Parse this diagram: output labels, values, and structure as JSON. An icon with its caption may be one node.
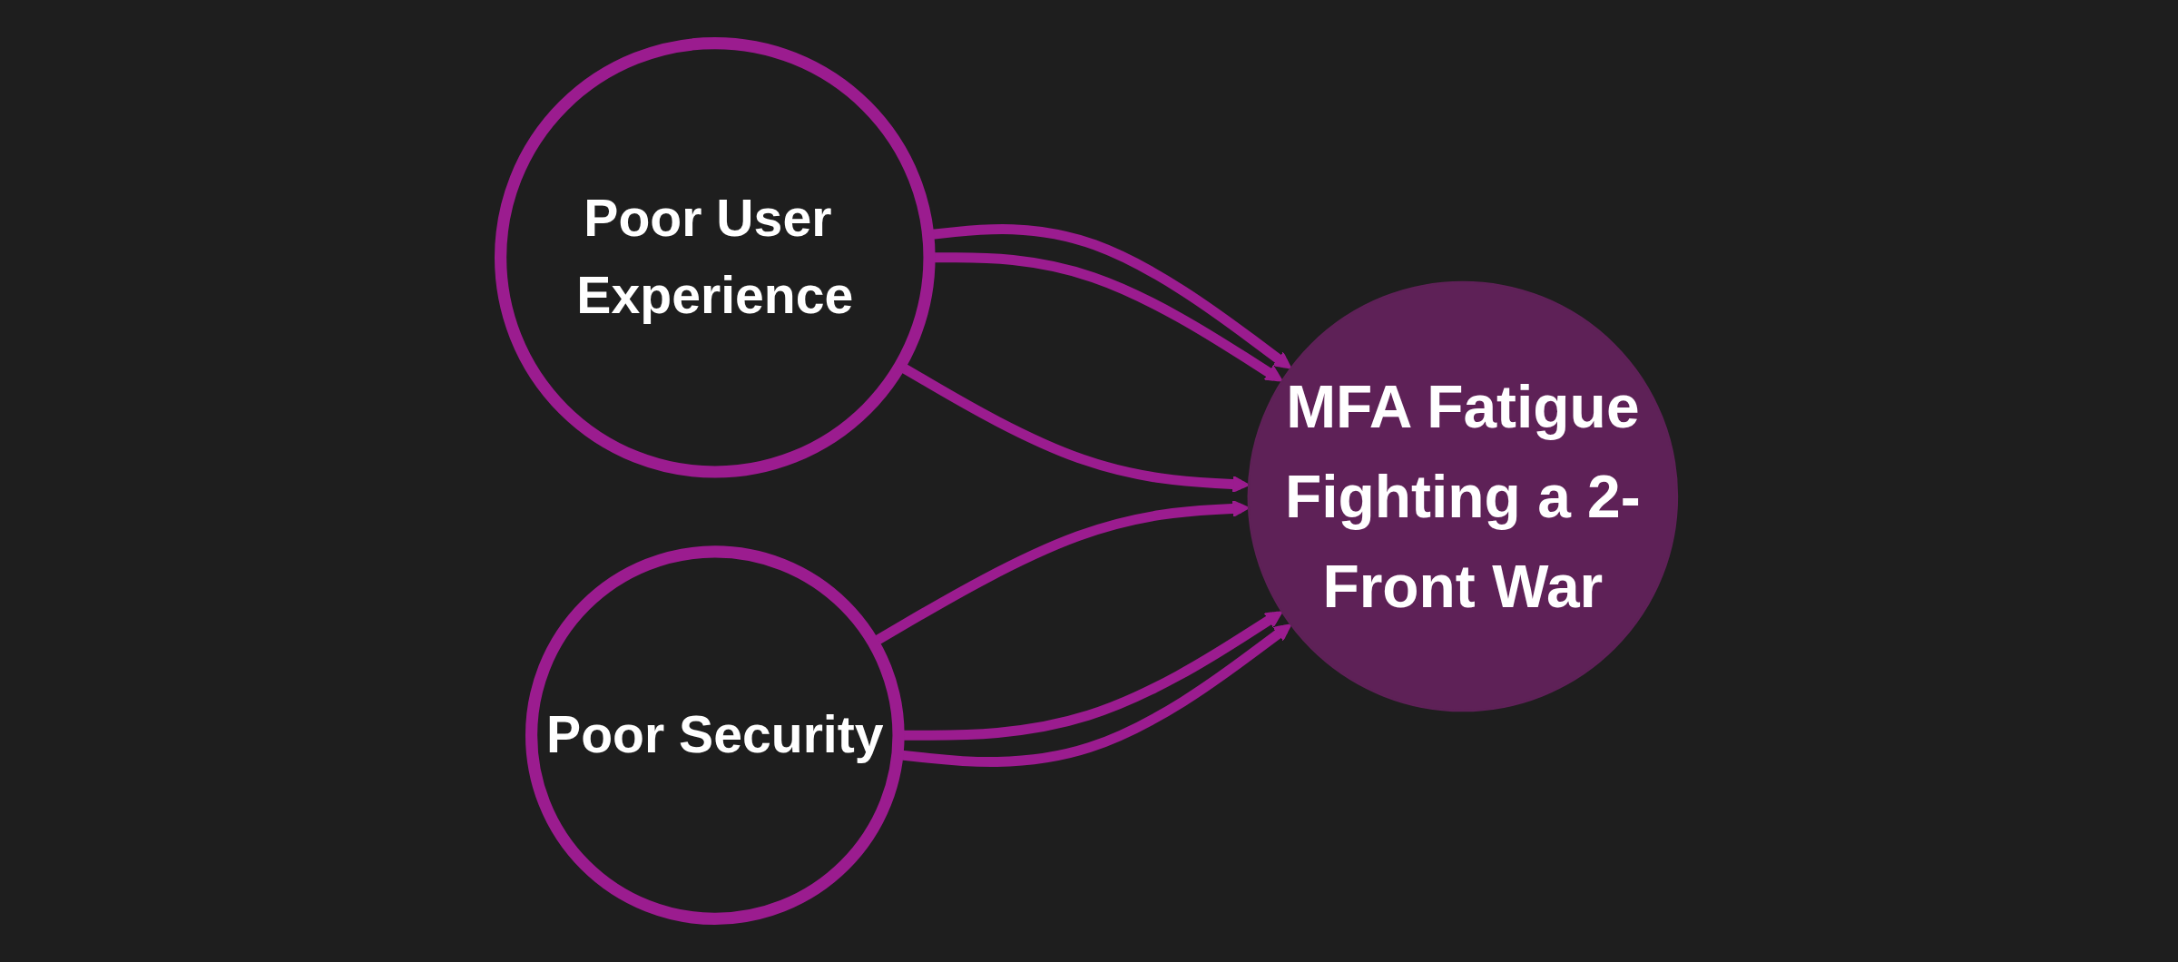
{
  "diagram": {
    "nodes": [
      {
        "text": [
          "Poor User Experience"
        ]
      },
      {
        "text": [
          "MFA Fatigue",
          "Fighting a 2-Front War"
        ]
      },
      {
        "text": [
          "Poor Security"
        ]
      }
    ],
    "edges": [
      {
        "from": 0,
        "to": 1,
        "arrow": "to"
      },
      {
        "from": 0,
        "to": 1,
        "arrow": "to"
      },
      {
        "from": 0,
        "to": 1,
        "arrow": "to"
      },
      {
        "from": 2,
        "to": 1,
        "arrow": "to"
      },
      {
        "from": 2,
        "to": 1,
        "arrow": "to"
      },
      {
        "from": 2,
        "to": 1,
        "arrow": "to"
      }
    ]
  }
}
